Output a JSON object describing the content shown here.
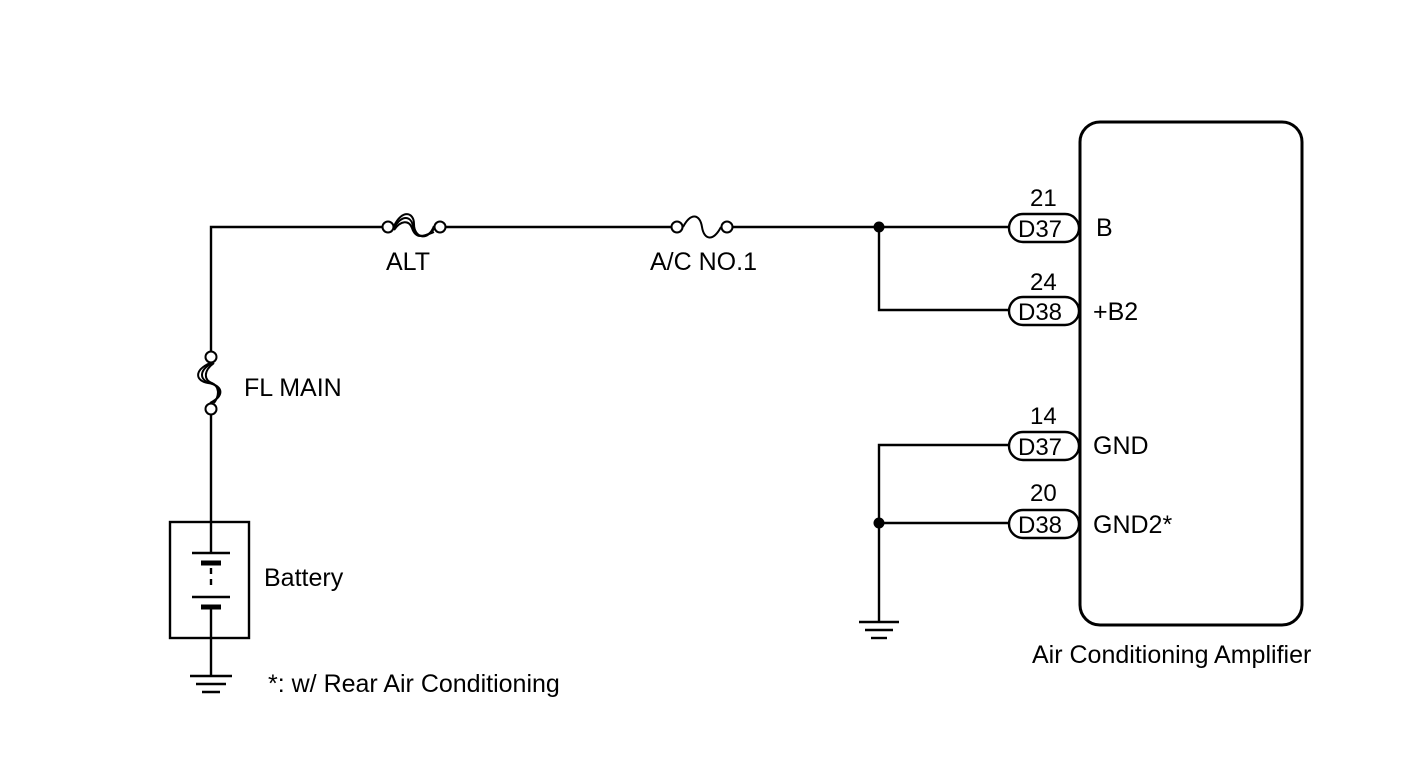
{
  "components": {
    "fuse_alt": "ALT",
    "fuse_ac": "A/C NO.1",
    "fuse_fl": "FL MAIN",
    "battery": "Battery",
    "amplifier": "Air Conditioning Amplifier"
  },
  "pins": [
    {
      "number": "21",
      "connector": "D37",
      "terminal": "B"
    },
    {
      "number": "24",
      "connector": "D38",
      "terminal": "+B2"
    },
    {
      "number": "14",
      "connector": "D37",
      "terminal": "GND"
    },
    {
      "number": "20",
      "connector": "D38",
      "terminal": "GND2*"
    }
  ],
  "note": "*: w/ Rear Air Conditioning"
}
